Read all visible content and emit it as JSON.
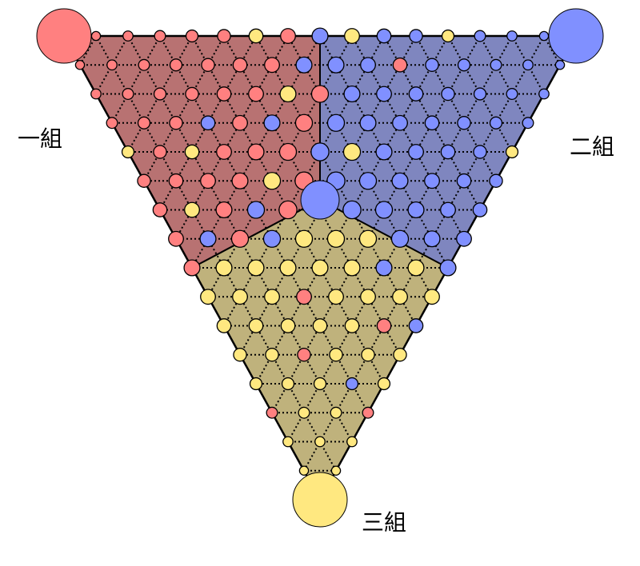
{
  "groups": [
    {
      "label": "一組",
      "circle_color": "#ff8080",
      "region_color": "#b87272"
    },
    {
      "label": "二組",
      "circle_color": "#8090ff",
      "region_color": "#7f86bf"
    },
    {
      "label": "三組",
      "circle_color": "#ffe880",
      "region_color": "#bfb27c"
    }
  ],
  "center_color": "#8090ff",
  "grid_divisions": 16,
  "mix_fraction": 0.14
}
